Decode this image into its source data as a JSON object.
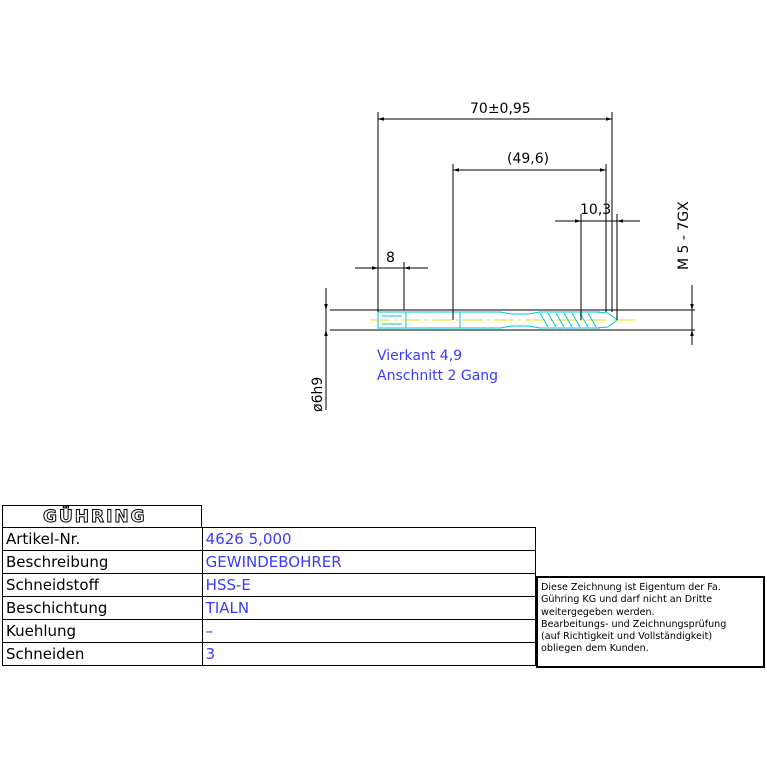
{
  "dimensions": {
    "overall_length": "70±0,95",
    "thread_length": "(49,6)",
    "tip_length": "10,3",
    "square_length": "8",
    "thread_spec": "M 5 - 7GX",
    "shank_diameter": "ø6h9"
  },
  "notes": {
    "line1": "Vierkant 4,9",
    "line2": "Anschnitt 2 Gang"
  },
  "title_block": {
    "logo": "GÜHRING",
    "rows": [
      {
        "label": "Artikel-Nr.",
        "value": "4626  5,000"
      },
      {
        "label": "Beschreibung",
        "value": "GEWINDEBOHRER"
      },
      {
        "label": "Schneidstoff",
        "value": "HSS-E"
      },
      {
        "label": "Beschichtung",
        "value": "TIALN"
      },
      {
        "label": "Kuehlung",
        "value": "–"
      },
      {
        "label": "Schneiden",
        "value": "3"
      }
    ]
  },
  "disclaimer": {
    "line1": "Diese Zeichnung ist Eigentum der Fa.",
    "line2": "Gühring KG und darf nicht an Dritte",
    "line3": "weitergegeben werden.",
    "line4": "Bearbeitungs- und Zeichnungsprüfung",
    "line5": "(auf Richtigkeit und Vollständigkeit)",
    "line6": "obliegen dem Kunden."
  },
  "colors": {
    "outline": "#000000",
    "tool": "#00c8d0",
    "centerline": "#e6e600",
    "text_blue": "#3a3aff"
  }
}
